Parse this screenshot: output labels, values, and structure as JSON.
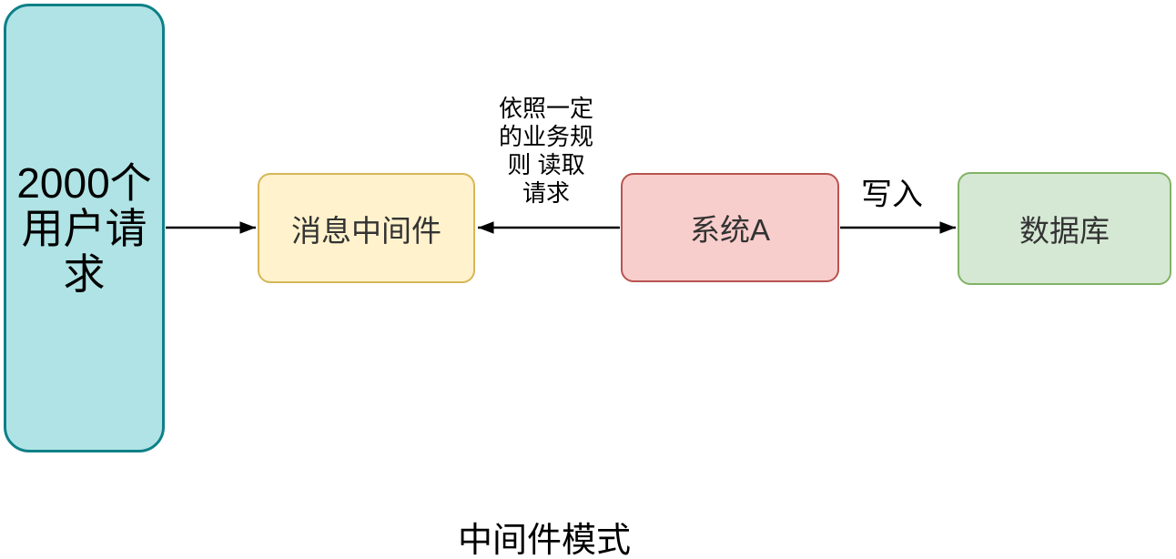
{
  "diagram": {
    "title": "中间件模式",
    "canvas_background": "#ffffff",
    "arrow_color": "#000000",
    "nodes": {
      "users": {
        "label": "2000个\n用户请\n求",
        "fill": "#b0e3e5",
        "stroke": "#0e8088"
      },
      "middleware": {
        "label": "消息中间件",
        "fill": "#fff2cc",
        "stroke": "#d6b656"
      },
      "system_a": {
        "label": "系统A",
        "fill": "#f8cecc",
        "stroke": "#b85450"
      },
      "database": {
        "label": "数据库",
        "fill": "#d5e8d4",
        "stroke": "#82b366"
      }
    },
    "edges": {
      "users_to_middleware": {
        "from": "users",
        "to": "middleware",
        "direction": "right",
        "label": ""
      },
      "system_a_to_middleware": {
        "from": "system_a",
        "to": "middleware",
        "direction": "left",
        "label": "依照一定\n的业务规\n则 读取\n请求"
      },
      "system_a_to_database": {
        "from": "system_a",
        "to": "database",
        "direction": "right",
        "label": "写入"
      }
    }
  }
}
